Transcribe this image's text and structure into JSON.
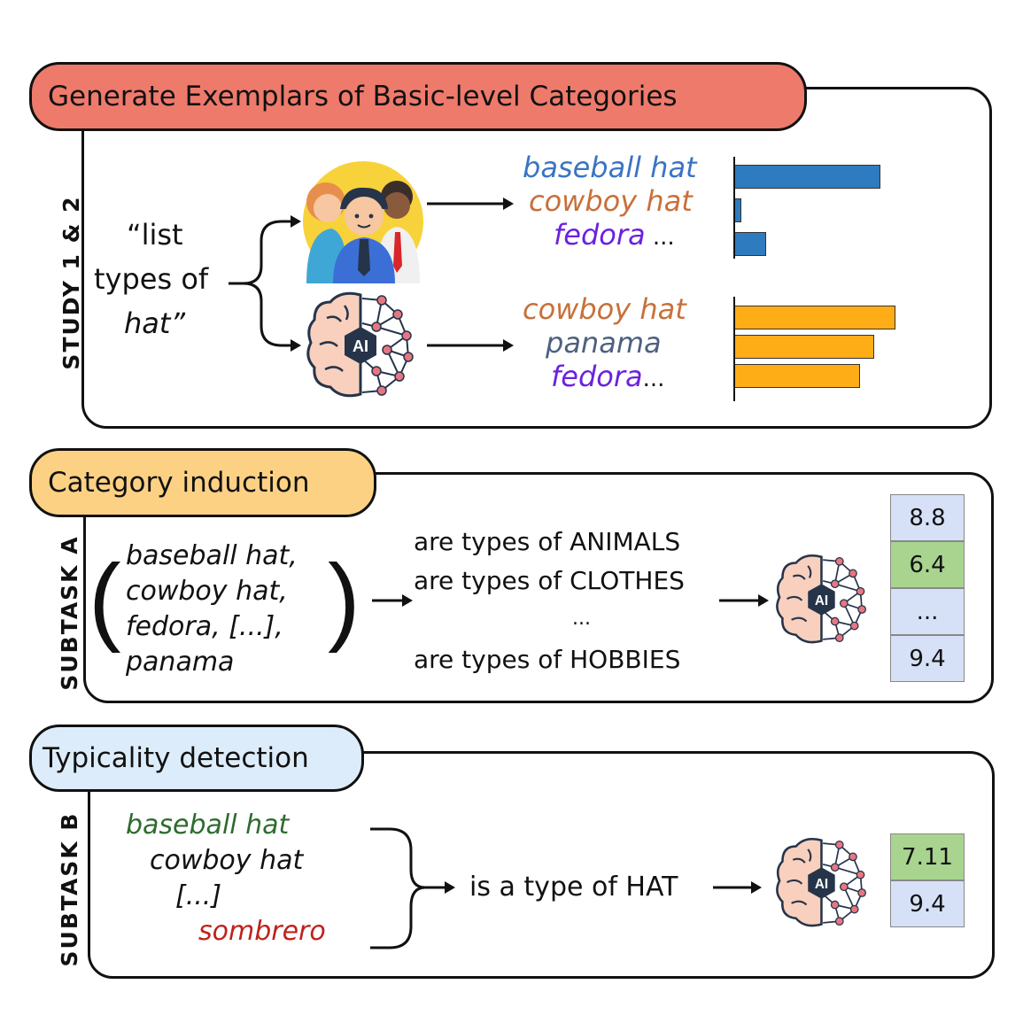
{
  "study": {
    "title": "Generate Exemplars of Basic-level Categories",
    "side_label": "STUDY 1 & 2",
    "prompt_lines": [
      "“list",
      "types of",
      "hat”"
    ],
    "human_items": [
      {
        "text": "baseball hat",
        "color": "#3a74c4"
      },
      {
        "text": "cowboy hat",
        "color": "#c8703a"
      },
      {
        "text": "fedora",
        "color": "#6a22e0",
        "suffix": " ..."
      }
    ],
    "ai_items": [
      {
        "text": "cowboy hat",
        "color": "#c8703a"
      },
      {
        "text": "panama",
        "color": "#4e6080"
      },
      {
        "text": "fedora",
        "color": "#6a22e0",
        "suffix": "..."
      }
    ],
    "human_bar_values": [
      1.0,
      0.05,
      0.22
    ],
    "ai_bar_values": [
      1.0,
      0.87,
      0.78
    ],
    "human_bar_color": "#2e7bbf",
    "ai_bar_color": "#ffad17",
    "ai_badge": "AI"
  },
  "subtask_a": {
    "title": "Category induction",
    "side_label": "SUBTASK A",
    "items": [
      "baseball hat,",
      "cowboy hat,",
      "fedora, [...],",
      "panama"
    ],
    "statements": [
      "are types of ANIMALS",
      "are types of CLOTHES",
      "...",
      "are types of HOBBIES"
    ],
    "scores": [
      {
        "value": "8.8",
        "color": "#d6e1f7"
      },
      {
        "value": "6.4",
        "color": "#a8d490"
      },
      {
        "value": "...",
        "color": "#d6e1f7"
      },
      {
        "value": "9.4",
        "color": "#d6e1f7"
      }
    ],
    "ai_badge": "AI"
  },
  "subtask_b": {
    "title": "Typicality detection",
    "side_label": "SUBTASK B",
    "items": [
      {
        "text": "baseball hat",
        "color": "#2e6b2e"
      },
      {
        "text": "cowboy hat",
        "color": "#111111"
      },
      {
        "text": "[...]",
        "color": "#111111"
      },
      {
        "text": "sombrero",
        "color": "#c0221c"
      }
    ],
    "statement": "is a type of HAT",
    "scores": [
      {
        "value": "7.11",
        "color": "#a8d490"
      },
      {
        "value": "9.4",
        "color": "#d6e1f7"
      }
    ],
    "ai_badge": "AI"
  },
  "colors": {
    "study_pill": "#ee7a6b",
    "subtask_a_pill": "#fdd184",
    "subtask_b_pill": "#dcecfa"
  }
}
